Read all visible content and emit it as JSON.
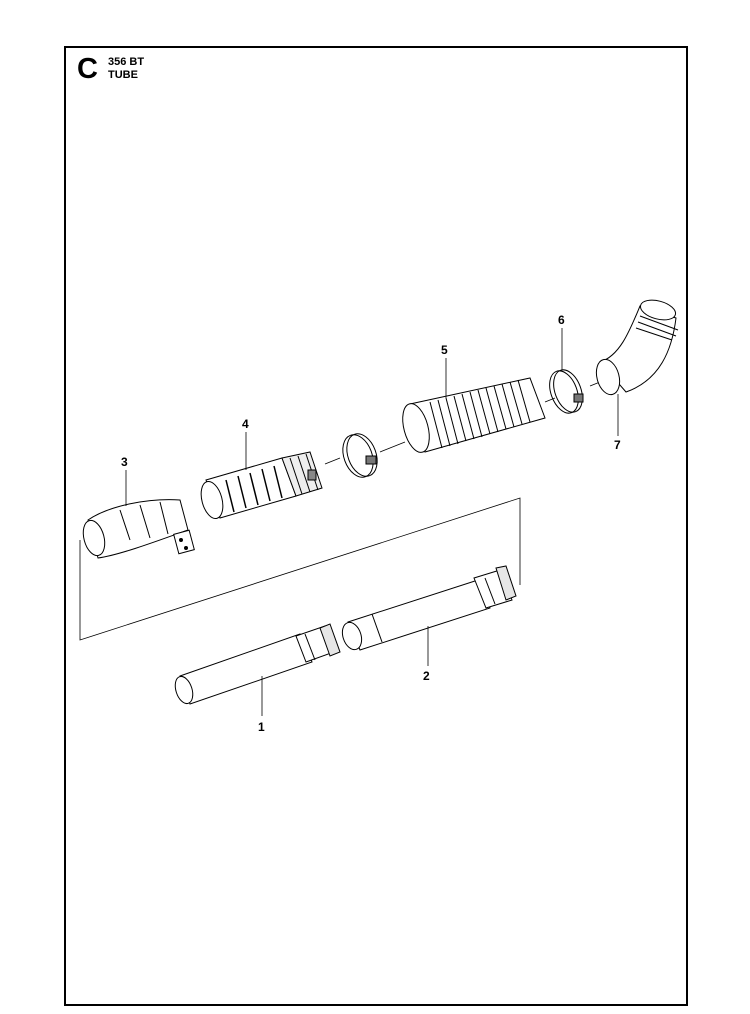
{
  "header": {
    "section": "C",
    "model": "356 BT",
    "title": "TUBE"
  },
  "callouts": [
    "1",
    "2",
    "3",
    "4",
    "5",
    "6",
    "7"
  ],
  "colors": {
    "line": "#000000",
    "fill": "#ffffff",
    "shade": "#d9d9d9"
  }
}
